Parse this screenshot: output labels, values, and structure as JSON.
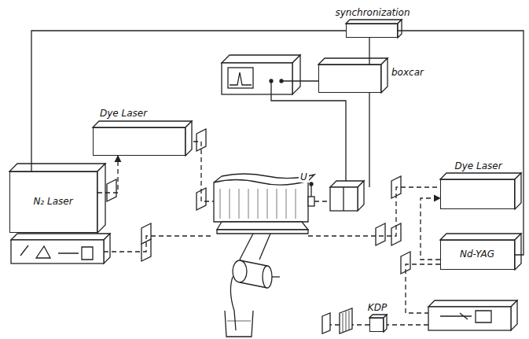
{
  "diagram": {
    "nodes": [
      {
        "text": [
          "synchronization"
        ]
      },
      {
        "text": [
          "boxcar"
        ]
      },
      {
        "text": [
          "Dye Laser"
        ]
      },
      {
        "text": [
          "N₂ Laser"
        ]
      },
      {
        "text": [
          "Dye Laser"
        ]
      },
      {
        "text": [
          "Nd-YAG"
        ]
      },
      {
        "text": [
          "KDP"
        ]
      }
    ],
    "edges": [
      {
        "from": 0,
        "to": 3,
        "arrow": "none"
      },
      {
        "from": 0,
        "to": 1,
        "arrow": "none"
      },
      {
        "from": 0,
        "to": 5,
        "arrow": "none"
      },
      {
        "from": 3,
        "to": 2,
        "arrow": "to"
      },
      {
        "from": 5,
        "to": 4,
        "arrow": "to"
      }
    ],
    "labels": [
      "U"
    ]
  }
}
